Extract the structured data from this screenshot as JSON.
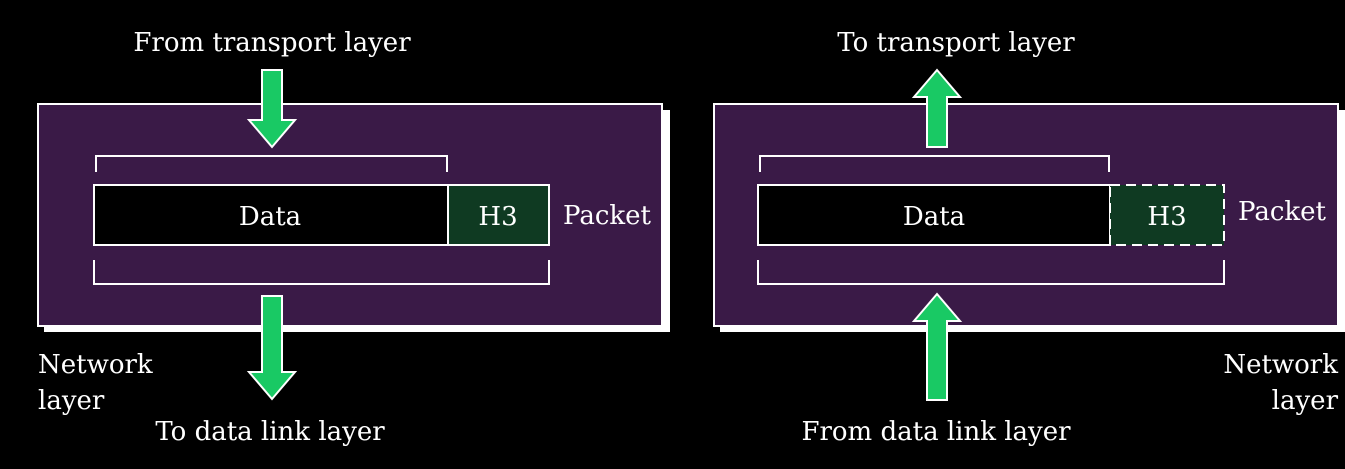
{
  "colors": {
    "background": "#000000",
    "layer_box": "#3a1a47",
    "layer_box_border": "#ffffff",
    "data_fill": "#000000",
    "header_fill": "#0f3a22",
    "arrow_fill": "#19c964",
    "text": "#ffffff"
  },
  "left": {
    "top_label": "From transport layer",
    "bottom_label": "To data link layer",
    "data_label": "Data",
    "header_label": "H3",
    "packet_label": "Packet",
    "layer_label_line1": "Network",
    "layer_label_line2": "layer"
  },
  "right": {
    "top_label": "To transport layer",
    "bottom_label": "From data link layer",
    "data_label": "Data",
    "header_label": "H3",
    "packet_label": "Packet",
    "layer_label_line1": "Network",
    "layer_label_line2": "layer"
  }
}
